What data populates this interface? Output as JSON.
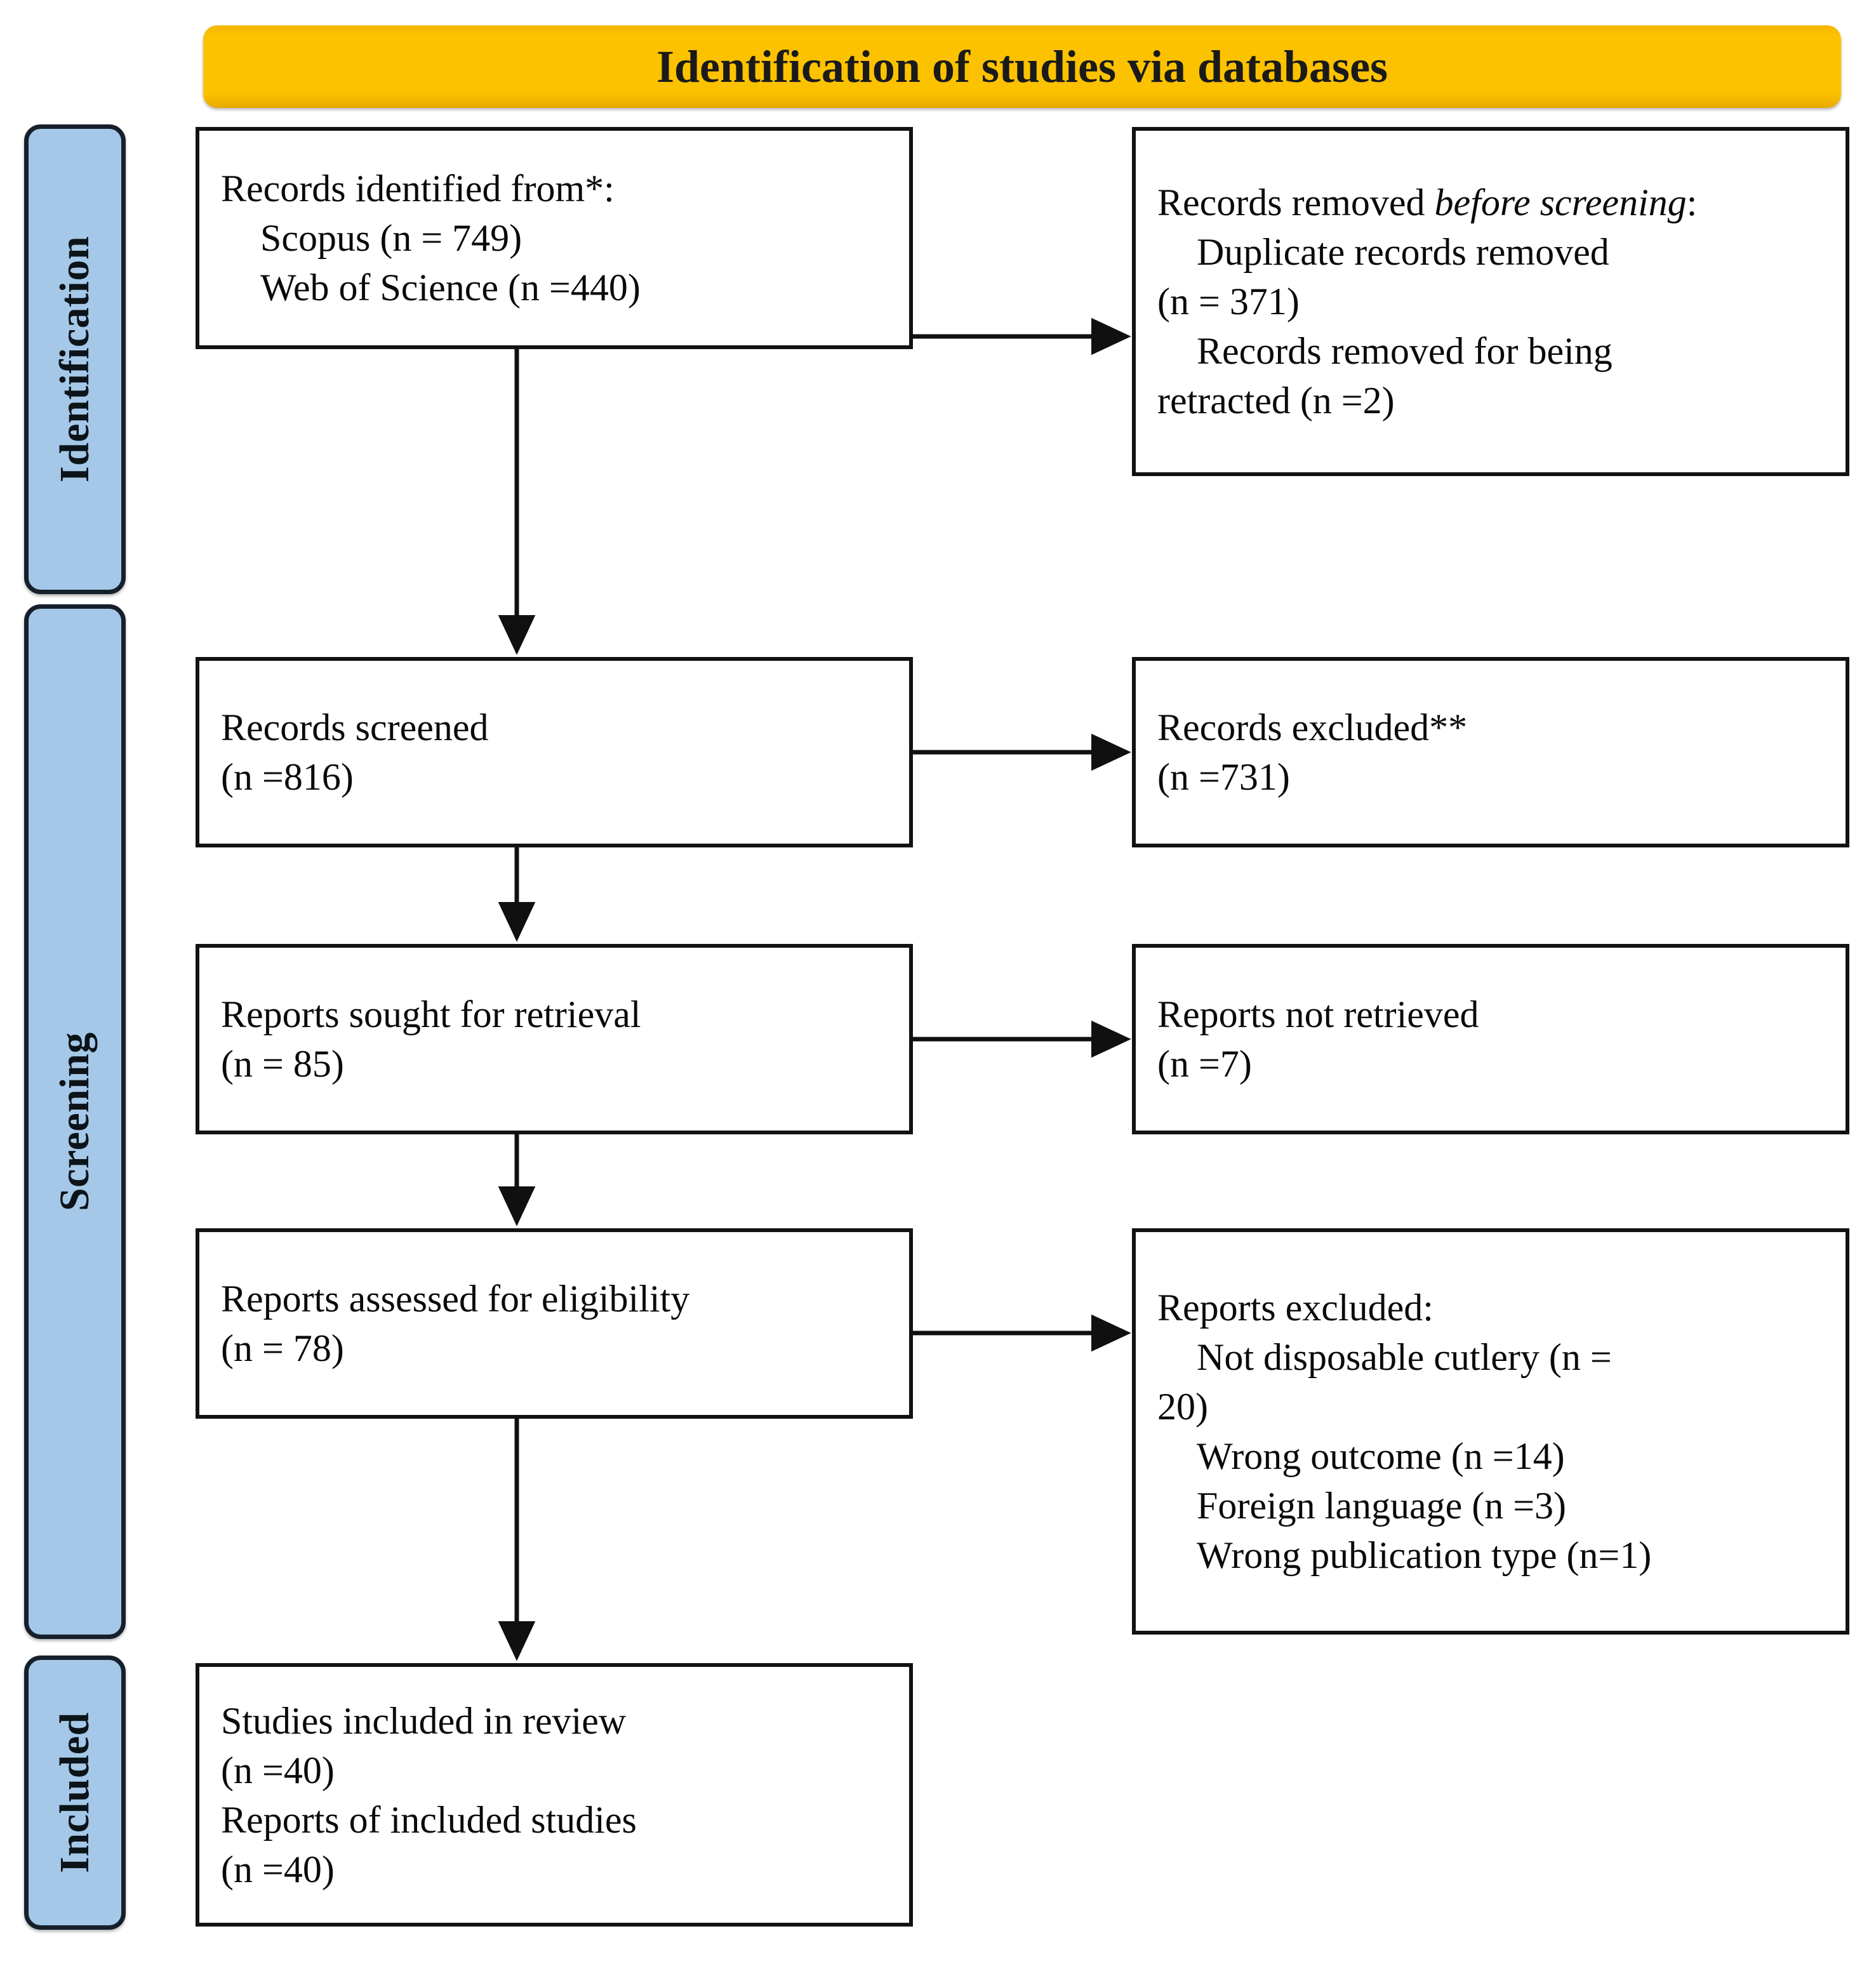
{
  "diagram": {
    "title": "Identification of studies via databases",
    "accent_color": "#fcc200",
    "stage_color": "#a5c8e8",
    "box_border_color": "#121212"
  },
  "stages": [
    {
      "label": "Identification"
    },
    {
      "label": "Screening"
    },
    {
      "label": "Included"
    }
  ],
  "boxes": {
    "identified": {
      "line1": "Records identified from*:",
      "line2": "Scopus (n = 749)",
      "line3": "Web of Science (n =440)"
    },
    "removed_before_screening": {
      "line1_a": "Records removed ",
      "line1_b": "before screening",
      "line1_c": ":",
      "line2": "Duplicate records removed",
      "line3": "(n = 371)",
      "line4": "Records removed for being",
      "line5": "retracted (n =2)"
    },
    "screened": {
      "line1": "Records screened",
      "line2": "(n =816)"
    },
    "records_excluded": {
      "line1": "Records excluded**",
      "line2": "(n =731)"
    },
    "sought_retrieval": {
      "line1": "Reports sought for retrieval",
      "line2": "(n = 85)"
    },
    "not_retrieved": {
      "line1": "Reports not retrieved",
      "line2": "(n =7)"
    },
    "assessed_eligibility": {
      "line1": "Reports assessed for eligibility",
      "line2": "(n = 78)"
    },
    "reports_excluded": {
      "line1": "Reports excluded:",
      "line2": "Not disposable cutlery (n =",
      "line3": "20)",
      "line4": "Wrong outcome (n =14)",
      "line5": "Foreign language (n =3)",
      "line6": "Wrong publication type (n=1)"
    },
    "included": {
      "line1": "Studies included in review",
      "line2": "(n =40)",
      "line3": "Reports of included studies",
      "line4": "(n =40)"
    }
  },
  "chart_data": {
    "type": "diagram",
    "diagram_type": "PRISMA flow diagram",
    "title": "Identification of studies via databases",
    "stages": [
      "Identification",
      "Screening",
      "Included"
    ],
    "nodes": [
      {
        "id": "identified",
        "stage": "Identification",
        "label": "Records identified from*",
        "sources": [
          {
            "name": "Scopus",
            "n": 749
          },
          {
            "name": "Web of Science",
            "n": 440
          }
        ]
      },
      {
        "id": "removed_before_screening",
        "stage": "Identification",
        "label": "Records removed before screening",
        "items": [
          {
            "name": "Duplicate records removed",
            "n": 371
          },
          {
            "name": "Records removed for being retracted",
            "n": 2
          }
        ]
      },
      {
        "id": "screened",
        "stage": "Screening",
        "label": "Records screened",
        "n": 816
      },
      {
        "id": "records_excluded",
        "stage": "Screening",
        "label": "Records excluded**",
        "n": 731
      },
      {
        "id": "sought_retrieval",
        "stage": "Screening",
        "label": "Reports sought for retrieval",
        "n": 85
      },
      {
        "id": "not_retrieved",
        "stage": "Screening",
        "label": "Reports not retrieved",
        "n": 7
      },
      {
        "id": "assessed_eligibility",
        "stage": "Screening",
        "label": "Reports assessed for eligibility",
        "n": 78
      },
      {
        "id": "reports_excluded",
        "stage": "Screening",
        "label": "Reports excluded",
        "items": [
          {
            "name": "Not disposable cutlery",
            "n": 20
          },
          {
            "name": "Wrong outcome",
            "n": 14
          },
          {
            "name": "Foreign language",
            "n": 3
          },
          {
            "name": "Wrong publication type",
            "n": 1
          }
        ]
      },
      {
        "id": "included",
        "stage": "Included",
        "label": "Studies included in review",
        "studies_n": 40,
        "reports_n": 40
      }
    ],
    "edges": [
      {
        "from": "identified",
        "to": "removed_before_screening",
        "direction": "right"
      },
      {
        "from": "identified",
        "to": "screened",
        "direction": "down"
      },
      {
        "from": "screened",
        "to": "records_excluded",
        "direction": "right"
      },
      {
        "from": "screened",
        "to": "sought_retrieval",
        "direction": "down"
      },
      {
        "from": "sought_retrieval",
        "to": "not_retrieved",
        "direction": "right"
      },
      {
        "from": "sought_retrieval",
        "to": "assessed_eligibility",
        "direction": "down"
      },
      {
        "from": "assessed_eligibility",
        "to": "reports_excluded",
        "direction": "right"
      },
      {
        "from": "assessed_eligibility",
        "to": "included",
        "direction": "down"
      }
    ]
  }
}
